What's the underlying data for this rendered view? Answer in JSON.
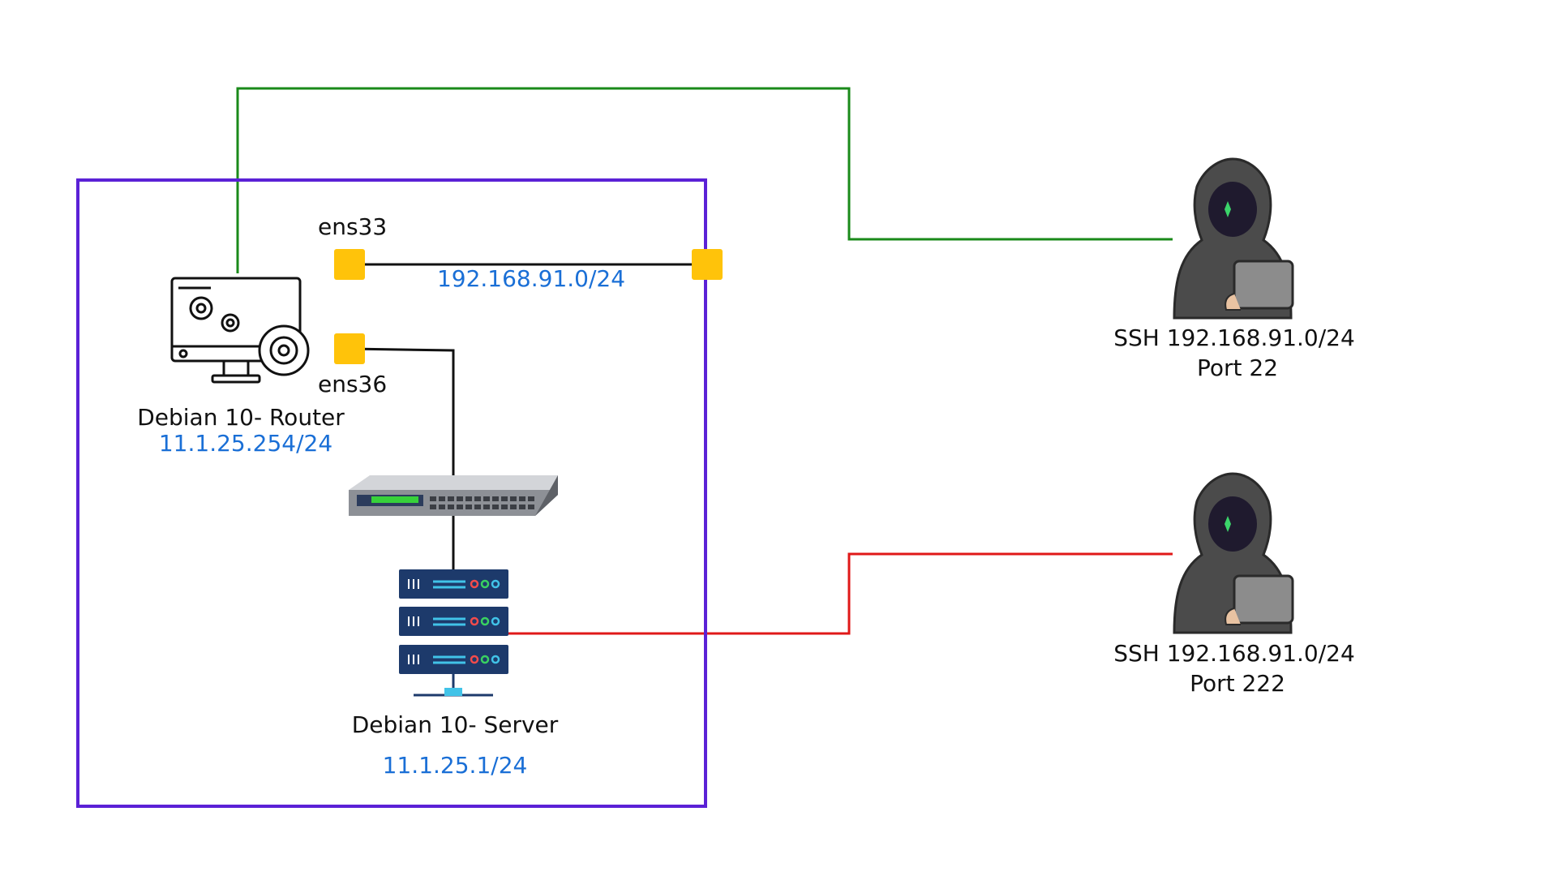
{
  "colors": {
    "boundary": "#5b21d6",
    "link_ssh_22": "#1a8a1a",
    "link_ssh_222": "#e01818",
    "link_lan": "#111111",
    "port": "#ffc30a",
    "ip_text": "#1a6fd6",
    "hacker_body": "#4b4b4b",
    "server_unit": "#1d3a6b"
  },
  "router": {
    "icon": "computer-gears-icon",
    "name": "Debian 10- Router",
    "ip": "11.1.25.254/24"
  },
  "interfaces": {
    "external": {
      "name": "ens33",
      "network": "192.168.91.0/24"
    },
    "internal": {
      "name": "ens36"
    }
  },
  "switch": {
    "icon": "network-switch-icon"
  },
  "server": {
    "icon": "server-rack-icon",
    "name": "Debian 10- Server",
    "ip": "11.1.25.1/24"
  },
  "clients": [
    {
      "icon": "hacker-laptop-icon",
      "line1": "SSH 192.168.91.0/24",
      "line2": "Port 22"
    },
    {
      "icon": "hacker-laptop-icon",
      "line1": "SSH 192.168.91.0/24",
      "line2": "Port 222"
    }
  ]
}
